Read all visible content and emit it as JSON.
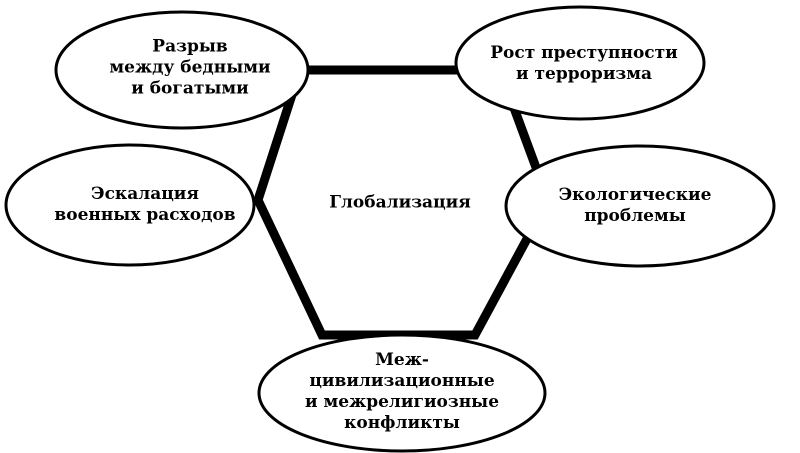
{
  "center": "Глобализация",
  "nodes": [
    {
      "lines": [
        "Разрыв",
        "между бедными",
        "и богатыми"
      ]
    },
    {
      "lines": [
        "Рост преступности",
        "и терроризма"
      ]
    },
    {
      "lines": [
        "Экологические",
        "проблемы"
      ]
    },
    {
      "lines": [
        "Меж-",
        "цивилизационные",
        "и межрелигиозные",
        "конфликты"
      ]
    },
    {
      "lines": [
        "Эскалация",
        "военных расходов"
      ]
    }
  ]
}
